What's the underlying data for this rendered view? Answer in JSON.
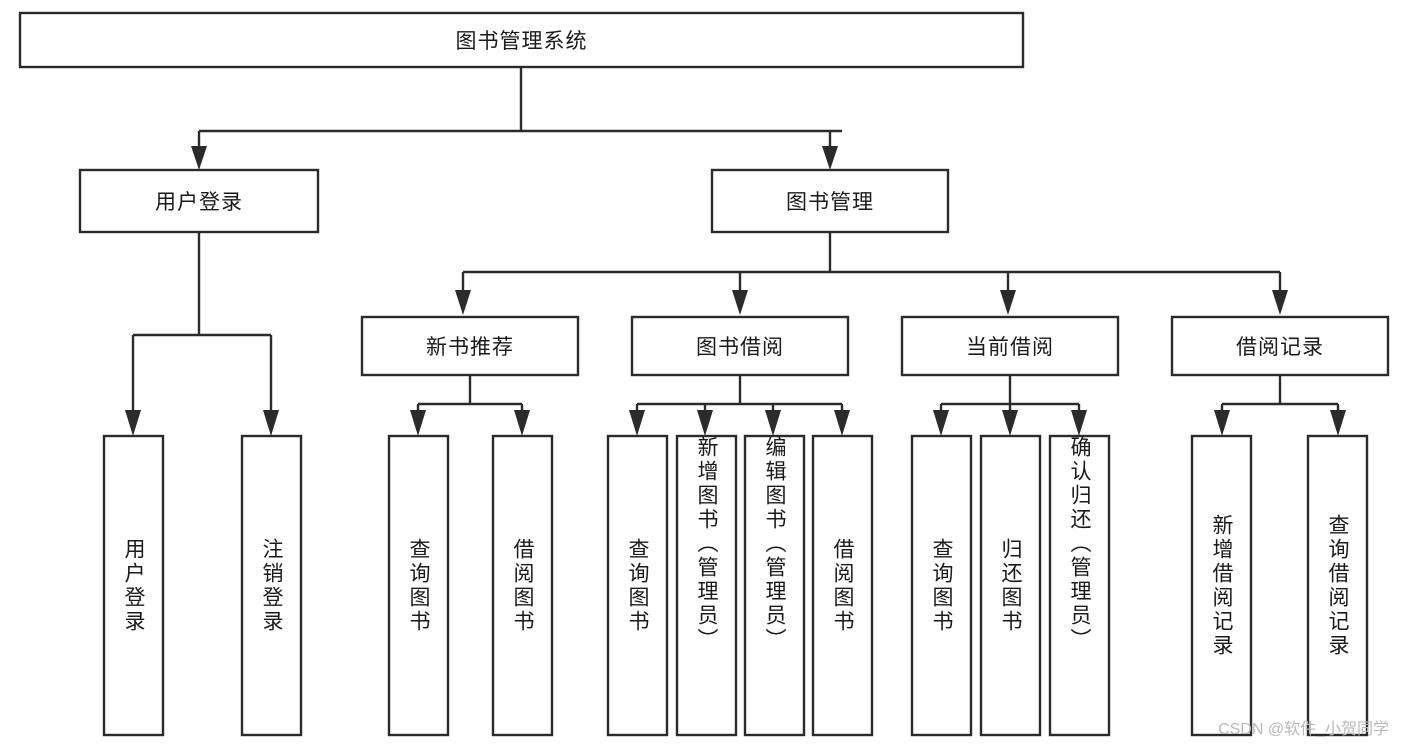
{
  "diagram": {
    "title": "图书管理系统",
    "type": "hierarchy-tree",
    "watermark": "CSDN @软件_小贺同学",
    "colors": {
      "stroke": "#2b2b2b",
      "fill": "#ffffff",
      "text": "#1a1a1a",
      "watermark": "#b9b9b9"
    },
    "levels": {
      "root": {
        "label": "图书管理系统"
      },
      "level2": [
        {
          "label": "用户登录"
        },
        {
          "label": "图书管理"
        }
      ],
      "level3": [
        {
          "label": "新书推荐"
        },
        {
          "label": "图书借阅"
        },
        {
          "label": "当前借阅"
        },
        {
          "label": "借阅记录"
        }
      ],
      "leaves": {
        "user_login": [
          {
            "label": "用户登录"
          },
          {
            "label": "注销登录"
          }
        ],
        "new_book_recommend": [
          {
            "label": "查询图书"
          },
          {
            "label": "借阅图书"
          }
        ],
        "book_borrow": [
          {
            "label": "查询图书"
          },
          {
            "label": "新增图书（管理员）"
          },
          {
            "label": "编辑图书（管理员）"
          },
          {
            "label": "借阅图书"
          }
        ],
        "current_borrow": [
          {
            "label": "查询图书"
          },
          {
            "label": "归还图书"
          },
          {
            "label": "确认归还（管理员）"
          }
        ],
        "borrow_record": [
          {
            "label": "新增借阅记录"
          },
          {
            "label": "查询借阅记录"
          }
        ]
      }
    }
  }
}
